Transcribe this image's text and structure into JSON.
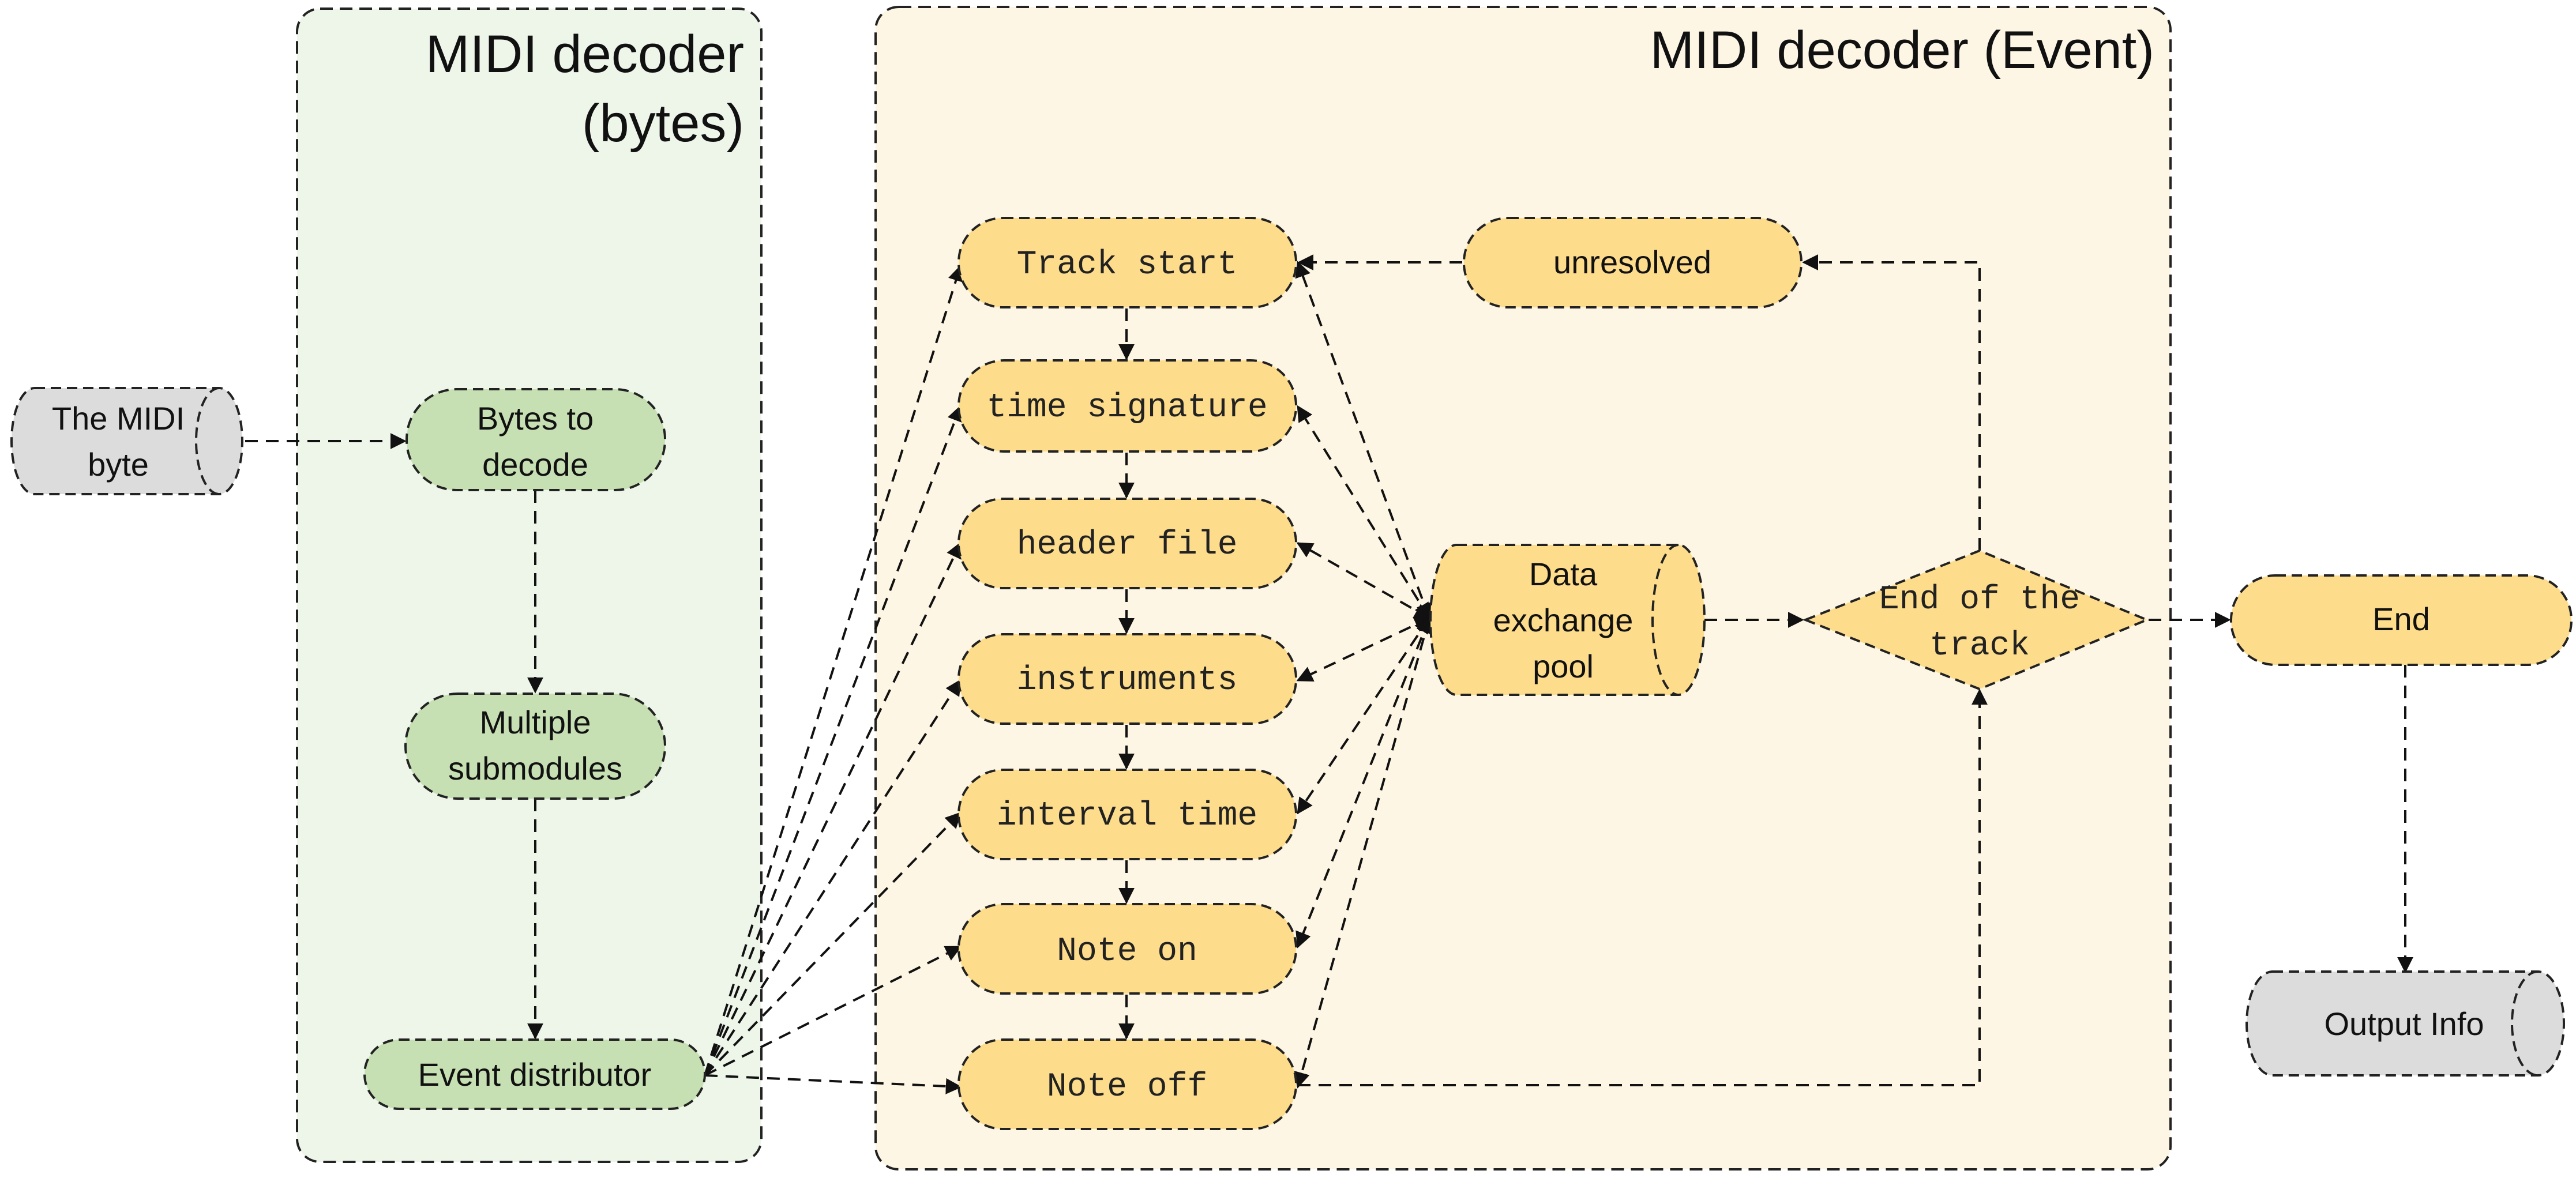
{
  "regions": {
    "bytes_title_line1": "MIDI decoder",
    "bytes_title_line2": "(bytes)",
    "event_title": "MIDI decoder (Event)"
  },
  "nodes": {
    "midi_byte": [
      "The MIDI",
      "byte"
    ],
    "bytes_to_decode": [
      "Bytes to",
      "decode"
    ],
    "multiple_submodules": [
      "Multiple",
      "submodules"
    ],
    "event_distributor": "Event distributor",
    "track_start": "Track start",
    "time_signature": "time signature",
    "header_file": "header file",
    "instruments": "instruments",
    "interval_time": "interval time",
    "note_on": "Note on",
    "note_off": "Note off",
    "unresolved": "unresolved",
    "data_exchange_pool": [
      "Data",
      "exchange",
      "pool"
    ],
    "end_of_track": [
      "End of the",
      "track"
    ],
    "end": "End",
    "output_info": "Output Info"
  },
  "colors": {
    "bytes_region": "#eef6ea",
    "event_region": "#fdf6e4",
    "green_node": "#c6e0b4",
    "yellow_node": "#fddc8c",
    "gray_node": "#dcdcdc"
  }
}
